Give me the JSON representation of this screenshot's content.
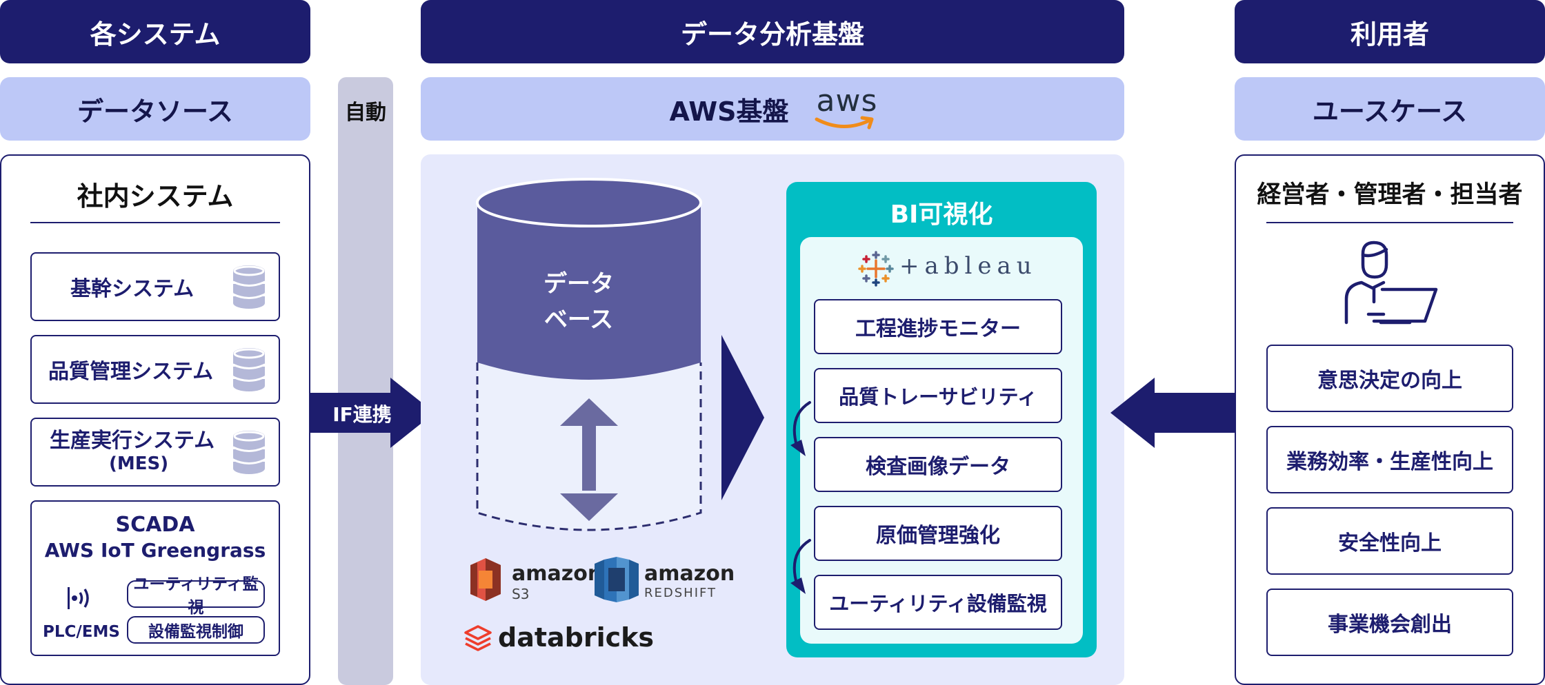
{
  "headers": {
    "systems": "各システム",
    "platform": "データ分析基盤",
    "users": "利用者"
  },
  "subheaders": {
    "datasource": "データソース",
    "aws": "AWS基盤",
    "aws_logo": "aws",
    "usecase": "ユースケース",
    "auto": "自動"
  },
  "left": {
    "title": "社内システム",
    "items": [
      "基幹システム",
      "品質管理システム"
    ],
    "mes_line1": "生産実行システム",
    "mes_line2": "(MES)",
    "scada_line1": "SCADA",
    "scada_line2": "AWS IoT Greengrass",
    "plc": "PLC/EMS",
    "pills": [
      "ユーティリティ監視",
      "設備監視制御"
    ]
  },
  "connector": {
    "if_label": "IF連携"
  },
  "database": {
    "line1": "データ",
    "line2": "ベース",
    "s3_name": "amazon",
    "s3_sub": "S3",
    "redshift_name": "amazon",
    "redshift_sub": "REDSHIFT",
    "databricks": "databricks"
  },
  "bi": {
    "title": "BI可視化",
    "tableau": "+ableau",
    "items": [
      "工程進捗モニター",
      "品質トレーサビリティ",
      "検査画像データ",
      "原価管理強化",
      "ユーティリティ設備監視"
    ]
  },
  "right": {
    "title": "経営者・管理者・担当者",
    "items": [
      "意思決定の向上",
      "業務効率・生産性向上",
      "安全性向上",
      "事業機会創出"
    ]
  },
  "colors": {
    "navy": "#1d1d6e",
    "light_blue": "#bdc8f7",
    "panel_bg": "#e6e9fc",
    "teal": "#02bec4",
    "db_purple": "#5a5b9d"
  }
}
